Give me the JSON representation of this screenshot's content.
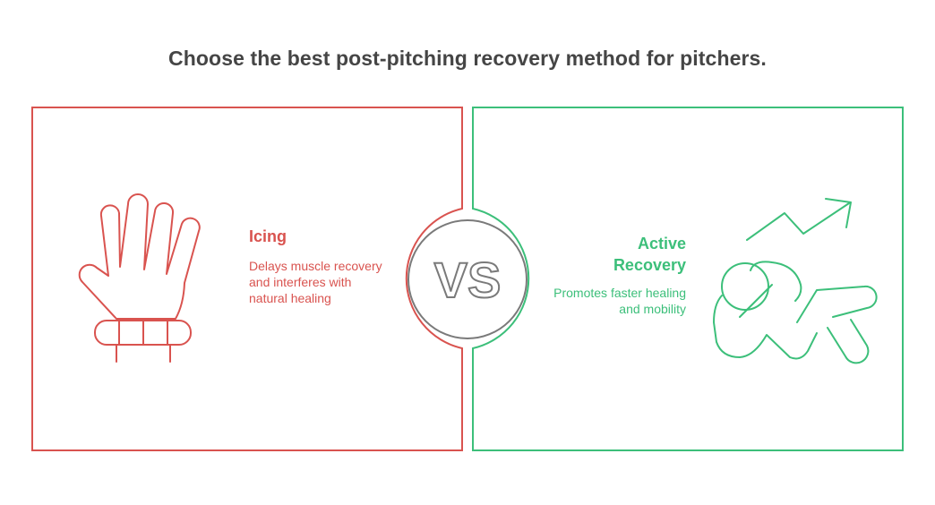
{
  "title": "Choose the best post-pitching recovery method for pitchers.",
  "colors": {
    "left_accent": "#d9534f",
    "right_accent": "#3cbf7a",
    "vs_stroke": "#7a7a7a",
    "title_text": "#454545"
  },
  "left": {
    "heading": "Icing",
    "description": "Delays muscle recovery and interferes with natural healing",
    "icon": "hand-with-ice-wrap-icon"
  },
  "right": {
    "heading_line1": "Active",
    "heading_line2": "Recovery",
    "description": "Promotes faster healing and mobility",
    "icon": "person-stretching-with-trend-arrow-icon"
  },
  "vs": {
    "label": "VS"
  }
}
